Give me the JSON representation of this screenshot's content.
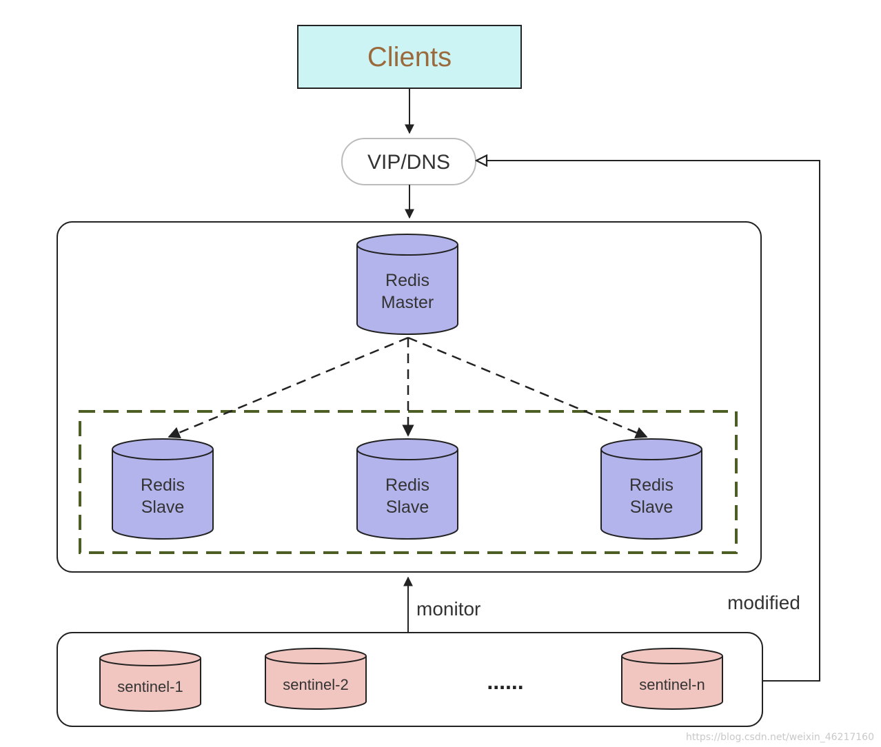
{
  "clients": {
    "label": "Clients"
  },
  "vip_dns": {
    "label": "VIP/DNS"
  },
  "master": {
    "line1": "Redis",
    "line2": "Master"
  },
  "slaves": [
    {
      "line1": "Redis",
      "line2": "Slave"
    },
    {
      "line1": "Redis",
      "line2": "Slave"
    },
    {
      "line1": "Redis",
      "line2": "Slave"
    }
  ],
  "sentinels": [
    {
      "label": "sentinel-1"
    },
    {
      "label": "sentinel-2"
    },
    {
      "label": "sentinel-n"
    }
  ],
  "ellipsis": "......",
  "edges": {
    "monitor": "monitor",
    "modified": "modified"
  },
  "watermark": "https://blog.csdn.net/weixin_46217160",
  "colors": {
    "clients_fill": "#cdf4f4",
    "clients_text": "#9b6a3c",
    "redis_fill": "#b4b4ec",
    "sentinel_fill": "#f2c6c0",
    "slave_group_border": "#4c5e24"
  }
}
